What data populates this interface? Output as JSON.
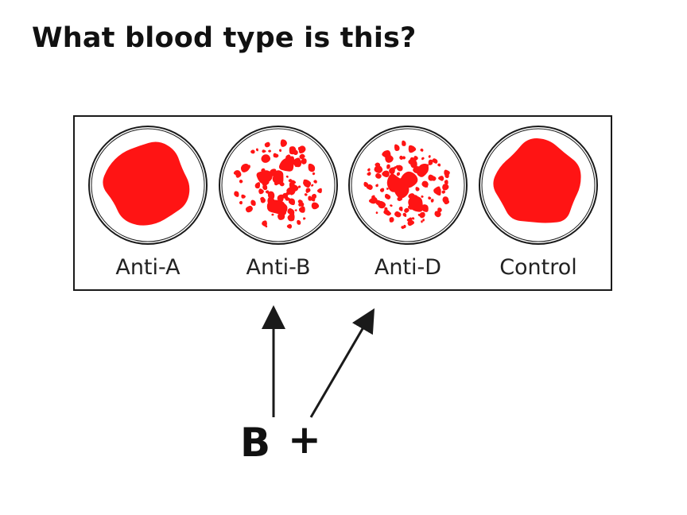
{
  "question": {
    "title": "What blood type is this?"
  },
  "colors": {
    "blood": "#ff1414",
    "outline": "#1a1a1a",
    "background": "#ffffff"
  },
  "wells": [
    {
      "label": "Anti-A",
      "appearance": "no-agglutination"
    },
    {
      "label": "Anti-B",
      "appearance": "agglutination"
    },
    {
      "label": "Anti-D",
      "appearance": "agglutination"
    },
    {
      "label": "Control",
      "appearance": "no-agglutination"
    }
  ],
  "answer": {
    "group": "B",
    "rh": "+"
  }
}
